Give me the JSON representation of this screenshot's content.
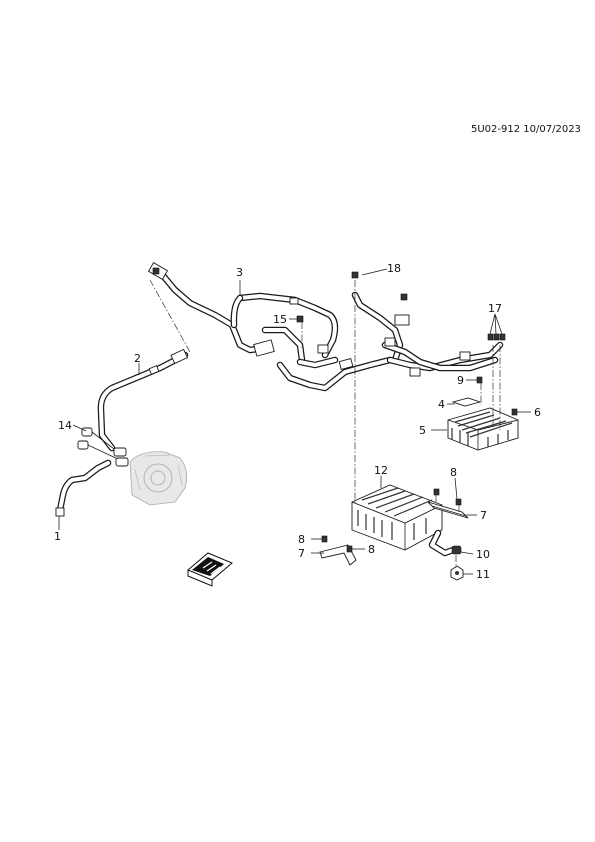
{
  "header": {
    "doc_ref": "5U02-912 10/07/2023"
  },
  "callouts": [
    {
      "id": "c1",
      "text": "1"
    },
    {
      "id": "c2",
      "text": "2"
    },
    {
      "id": "c3",
      "text": "3"
    },
    {
      "id": "c4",
      "text": "4"
    },
    {
      "id": "c5",
      "text": "5"
    },
    {
      "id": "c6",
      "text": "6"
    },
    {
      "id": "c7a",
      "text": "7"
    },
    {
      "id": "c7b",
      "text": "7"
    },
    {
      "id": "c8a",
      "text": "8"
    },
    {
      "id": "c8b",
      "text": "8"
    },
    {
      "id": "c8c",
      "text": "8"
    },
    {
      "id": "c9",
      "text": "9"
    },
    {
      "id": "c10",
      "text": "10"
    },
    {
      "id": "c11",
      "text": "11"
    },
    {
      "id": "c12",
      "text": "12"
    },
    {
      "id": "c14",
      "text": "14"
    },
    {
      "id": "c15",
      "text": "15"
    },
    {
      "id": "c17",
      "text": "17"
    },
    {
      "id": "c18",
      "text": "18"
    }
  ],
  "icons": {
    "front_indicator": "front-arrow-icon"
  }
}
